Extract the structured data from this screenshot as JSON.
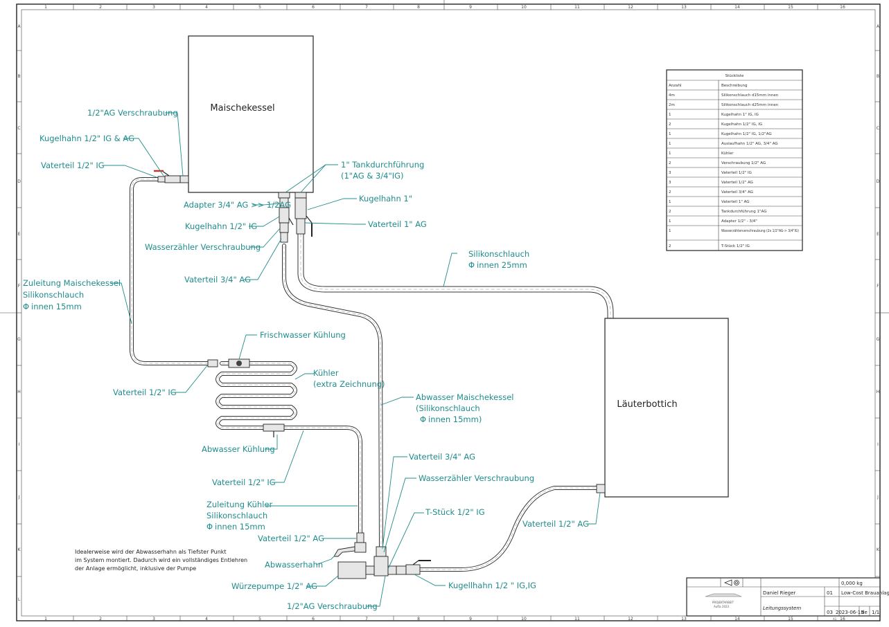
{
  "tanks": {
    "maische": "Maischekessel",
    "lauter": "Läuterbottich"
  },
  "labels": {
    "verschraubung_ag": "1/2\"AG Verschraubung",
    "kugelhahn_ig_ag": "Kugelhahn 1/2\" IG & AG",
    "vaterteil_ig_top": "Vaterteil 1/2\" IG",
    "tankdurchfuehrung_1": "1\" Tankdurchführung",
    "tankdurchfuehrung_2": "(1\"AG & 3/4\"IG)",
    "adapter": "Adapter 3/4\" AG >> 1/2AG",
    "kugelhahn_1": "Kugelhahn 1\"",
    "kugelhahn_12_ig": "Kugelhahn 1/2\" IG",
    "vaterteil_1_ag": "Vaterteil 1\" AG",
    "wz_verschraubung_top": "Wasserzähler Verschraubung",
    "vaterteil_34_top": "Vaterteil 3/4\" AG",
    "silikon_25_1": "Silikonschlauch",
    "silikon_25_2": "innen 25mm",
    "zuleitung_mk_1": "Zuleitung Maischekessel",
    "zuleitung_mk_2": "Silikonschlauch",
    "zuleitung_mk_3": "innen 15mm",
    "frischwasser": "Frischwasser Kühlung",
    "kuehler_1": "Kühler",
    "kuehler_2": "(extra Zeichnung)",
    "vaterteil_ig_mid": "Vaterteil 1/2\" IG",
    "abwasser_mk_1": "Abwasser Maischekessel",
    "abwasser_mk_2": "(Silikonschlauch",
    "abwasser_mk_3": "innen 15mm)",
    "abwasser_kuehlung": "Abwasser Kühlung",
    "vaterteil_ig_low": "Vaterteil 1/2\" IG",
    "vaterteil_34_low": "Vaterteil 3/4\" AG",
    "wz_verschraubung_low": "Wasserzähler Verschraubung",
    "zuleitung_k_1": "Zuleitung Kühler",
    "zuleitung_k_2": "Silikonschlauch",
    "zuleitung_k_3": "innen 15mm",
    "t_stueck": "T-Stück 1/2\" IG",
    "vaterteil_ag_low": "Vaterteil 1/2\" AG",
    "vaterteil_ag_right": "Vaterteil 1/2\" AG",
    "abwasserhahn": "Abwasserhahn",
    "wuerzepumpe": "Würzepumpe 1/2\" AG",
    "kugelhahn_igig": "Kugellhahn 1/2 \" IG,IG",
    "verschraubung_bottom": "1/2\"AG Verschraubung",
    "phi": "Φ"
  },
  "note": [
    "Idealerweise wird der Abwasserhahn als Tiefster Punkt",
    "im System montiert. Dadurch wird ein vollständiges Entlehren",
    "der Anlage ermöglicht, inklusive der Pumpe"
  ],
  "bom": {
    "title": "Stückliste",
    "headers": [
      "Anzahl",
      "Beschreibung"
    ],
    "rows": [
      [
        "4m",
        "Silikonschlauch d15mm innen"
      ],
      [
        "2m",
        "Silikonschlauch d25mm innen"
      ],
      [
        "1",
        "Kugelhahn 1\" IG, IG"
      ],
      [
        "2",
        "Kugelhahn 1/2\" IG, IG"
      ],
      [
        "1",
        "Kugelhahn 1/2\" IG, 1/2\"AG"
      ],
      [
        "1",
        "Auslaufhahn 1/2\" AG, 3/4\" AG"
      ],
      [
        "1",
        "Kühler"
      ],
      [
        "2",
        "Verschraubung 1/2\" AG"
      ],
      [
        "3",
        "Vaterteil 1/2\" IG"
      ],
      [
        "3",
        "Vaterteil 1/2\" AG"
      ],
      [
        "2",
        "Vaterteil 3/4\" AG"
      ],
      [
        "1",
        "Vaterteil 1\" AG"
      ],
      [
        "2",
        "Tankdurchführung 1\"AG"
      ],
      [
        "1",
        "Adapter 1/2\" - 3/4\""
      ],
      [
        "1",
        "Wasserzählerverschraubung (2x 1/2\"AG-> 3/4\"IG)"
      ],
      [
        "2",
        "T-Stück 1/2\" IG"
      ]
    ]
  },
  "titleblock": {
    "author": "Daniel Rieger",
    "mass": "0,000 kg",
    "project": "Low-Cost Brauanlage",
    "title": "Leitungssystem",
    "revision": "01",
    "sheet_no": "03",
    "date": "2023-06-15",
    "lang": "de",
    "sheet": "1/1",
    "format": "A1",
    "logo_line1": "PROJEKTARBEIT",
    "logo_line2": "Aufta 2023"
  },
  "grid": {
    "cols": [
      "1",
      "2",
      "3",
      "4",
      "5",
      "6",
      "7",
      "8",
      "9",
      "10",
      "11",
      "12",
      "13",
      "14",
      "15",
      "16"
    ],
    "rows": [
      "A",
      "B",
      "C",
      "D",
      "E",
      "F",
      "G",
      "H",
      "I",
      "J",
      "K",
      "L"
    ]
  },
  "colors": {
    "label": "#1f8c8c",
    "line": "#222222"
  }
}
